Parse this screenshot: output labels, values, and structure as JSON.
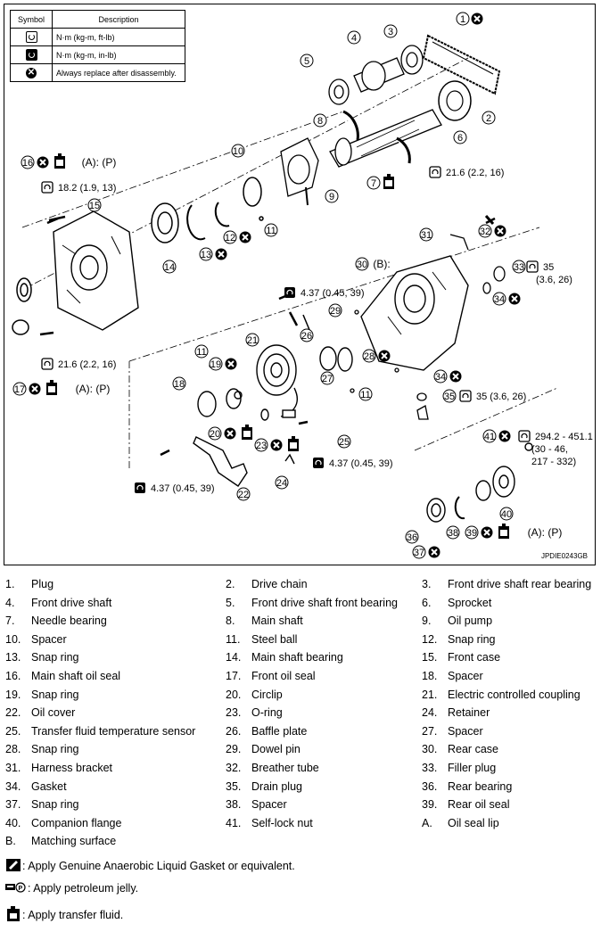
{
  "legend": {
    "header_symbol": "Symbol",
    "header_description": "Description",
    "rows": [
      {
        "icon": "torque-icon",
        "description": "N·m (kg-m, ft-lb)"
      },
      {
        "icon": "torque-inlb-icon",
        "description": "N·m (kg-m, in-lb)"
      },
      {
        "icon": "replace-icon",
        "description": "Always replace after disassembly."
      }
    ]
  },
  "figure_id": "JPDIE0243GB",
  "callouts": {
    "n1": "1",
    "n2": "2",
    "n3": "3",
    "n4": "4",
    "n5": "5",
    "n6": "6",
    "n7": "7",
    "n8": "8",
    "n9": "9",
    "n10": "10",
    "n11a": "11",
    "n11b": "11",
    "n11c": "11",
    "n12": "12",
    "n13": "13",
    "n14": "14",
    "n15": "15",
    "n16": "16",
    "n17": "17",
    "n18": "18",
    "n19": "19",
    "n20": "20",
    "n21": "21",
    "n22": "22",
    "n23": "23",
    "n24": "24",
    "n25": "25",
    "n26": "26",
    "n27": "27",
    "n28": "28",
    "n29": "29",
    "n30": "30",
    "n31": "31",
    "n32": "32",
    "n33": "33",
    "n34a": "34",
    "n34b": "34",
    "n35": "35",
    "n36": "36",
    "n37": "37",
    "n38": "38",
    "n39": "39",
    "n40": "40",
    "n41": "41"
  },
  "torque_values": {
    "t_front_case_bolt": "18.2 (1.9, 13)",
    "t_front_case_lower": "21.6 (2.2, 16)",
    "t_rear_upper": "21.6 (2.2, 16)",
    "t_filler_plug_1": "35",
    "t_filler_plug_2": "(3.6, 26)",
    "t_baffle_bolt": "4.37 (0.45, 39)",
    "t_sensor_bolt": "4.37 (0.45, 39)",
    "t_oil_cover_bolt": "4.37 (0.45, 39)",
    "t_drain_plug": "35 (3.6, 26)",
    "t_nut_1": "294.2 - 451.1",
    "t_nut_2": "(30 - 46,",
    "t_nut_3": "217 - 332)"
  },
  "annotations": {
    "a16": "(A):  (P)",
    "a17": "(A):  (P)",
    "a39": "(A):  (P)",
    "b30": "(B):"
  },
  "parts": [
    {
      "num": "1.",
      "name": "Plug"
    },
    {
      "num": "2.",
      "name": "Drive chain"
    },
    {
      "num": "3.",
      "name": "Front drive shaft rear bearing"
    },
    {
      "num": "4.",
      "name": "Front drive shaft"
    },
    {
      "num": "5.",
      "name": "Front drive shaft front bearing"
    },
    {
      "num": "6.",
      "name": "Sprocket"
    },
    {
      "num": "7.",
      "name": "Needle bearing"
    },
    {
      "num": "8.",
      "name": "Main shaft"
    },
    {
      "num": "9.",
      "name": "Oil pump"
    },
    {
      "num": "10.",
      "name": "Spacer"
    },
    {
      "num": "11.",
      "name": "Steel ball"
    },
    {
      "num": "12.",
      "name": "Snap ring"
    },
    {
      "num": "13.",
      "name": "Snap ring"
    },
    {
      "num": "14.",
      "name": "Main shaft bearing"
    },
    {
      "num": "15.",
      "name": "Front case"
    },
    {
      "num": "16.",
      "name": "Main shaft oil seal"
    },
    {
      "num": "17.",
      "name": "Front oil seal"
    },
    {
      "num": "18.",
      "name": "Spacer"
    },
    {
      "num": "19.",
      "name": "Snap ring"
    },
    {
      "num": "20.",
      "name": "Circlip"
    },
    {
      "num": "21.",
      "name": "Electric controlled coupling"
    },
    {
      "num": "22.",
      "name": "Oil cover"
    },
    {
      "num": "23.",
      "name": "O-ring"
    },
    {
      "num": "24.",
      "name": "Retainer"
    },
    {
      "num": "25.",
      "name": "Transfer fluid temperature sensor"
    },
    {
      "num": "26.",
      "name": "Baffle plate"
    },
    {
      "num": "27.",
      "name": "Spacer"
    },
    {
      "num": "28.",
      "name": "Snap ring"
    },
    {
      "num": "29.",
      "name": "Dowel pin"
    },
    {
      "num": "30.",
      "name": "Rear case"
    },
    {
      "num": "31.",
      "name": "Harness bracket"
    },
    {
      "num": "32.",
      "name": "Breather tube"
    },
    {
      "num": "33.",
      "name": "Filler plug"
    },
    {
      "num": "34.",
      "name": "Gasket"
    },
    {
      "num": "35.",
      "name": "Drain plug"
    },
    {
      "num": "36.",
      "name": "Rear bearing"
    },
    {
      "num": "37.",
      "name": "Snap ring"
    },
    {
      "num": "38.",
      "name": "Spacer"
    },
    {
      "num": "39.",
      "name": "Rear oil seal"
    },
    {
      "num": "40.",
      "name": "Companion flange"
    },
    {
      "num": "41.",
      "name": "Self-lock nut"
    },
    {
      "num": "A.",
      "name": "Oil seal lip"
    },
    {
      "num": "B.",
      "name": "Matching surface"
    }
  ],
  "notes": [
    {
      "icon": "gasket-icon",
      "text": ": Apply Genuine Anaerobic Liquid Gasket or equivalent."
    },
    {
      "icon": "petroleum-jelly-icon",
      "text": ": Apply petroleum jelly."
    },
    {
      "icon": "transfer-fluid-icon",
      "text": ": Apply transfer fluid."
    }
  ]
}
